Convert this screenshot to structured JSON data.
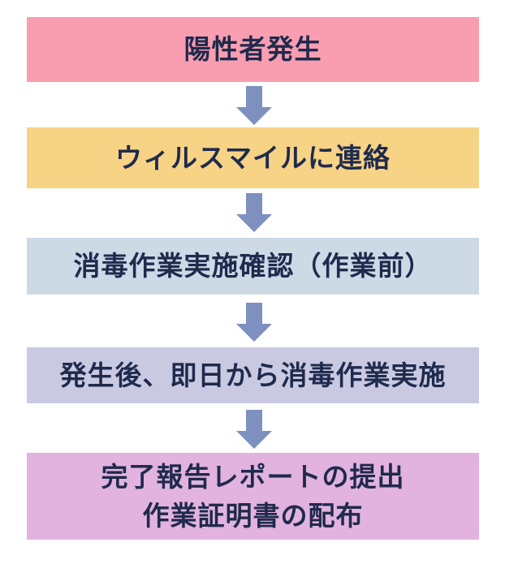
{
  "colors": {
    "page_background": "#FFFFFF",
    "text_color": "#1F2A4D",
    "arrow_color": "#7E90BF"
  },
  "flowchart": {
    "steps": [
      {
        "label": "陽性者発生",
        "bg": "#F89EB0"
      },
      {
        "label": "ウィルスマイルに連絡",
        "bg": "#F6D385"
      },
      {
        "label": "消毒作業実施確認（作業前）",
        "bg": "#CDD9E5"
      },
      {
        "label": "発生後、即日から消毒作業実施",
        "bg": "#C9CAE1"
      },
      {
        "label": "完了報告レポートの提出\n作業証明書の配布",
        "bg": "#E2B3DE"
      }
    ]
  }
}
